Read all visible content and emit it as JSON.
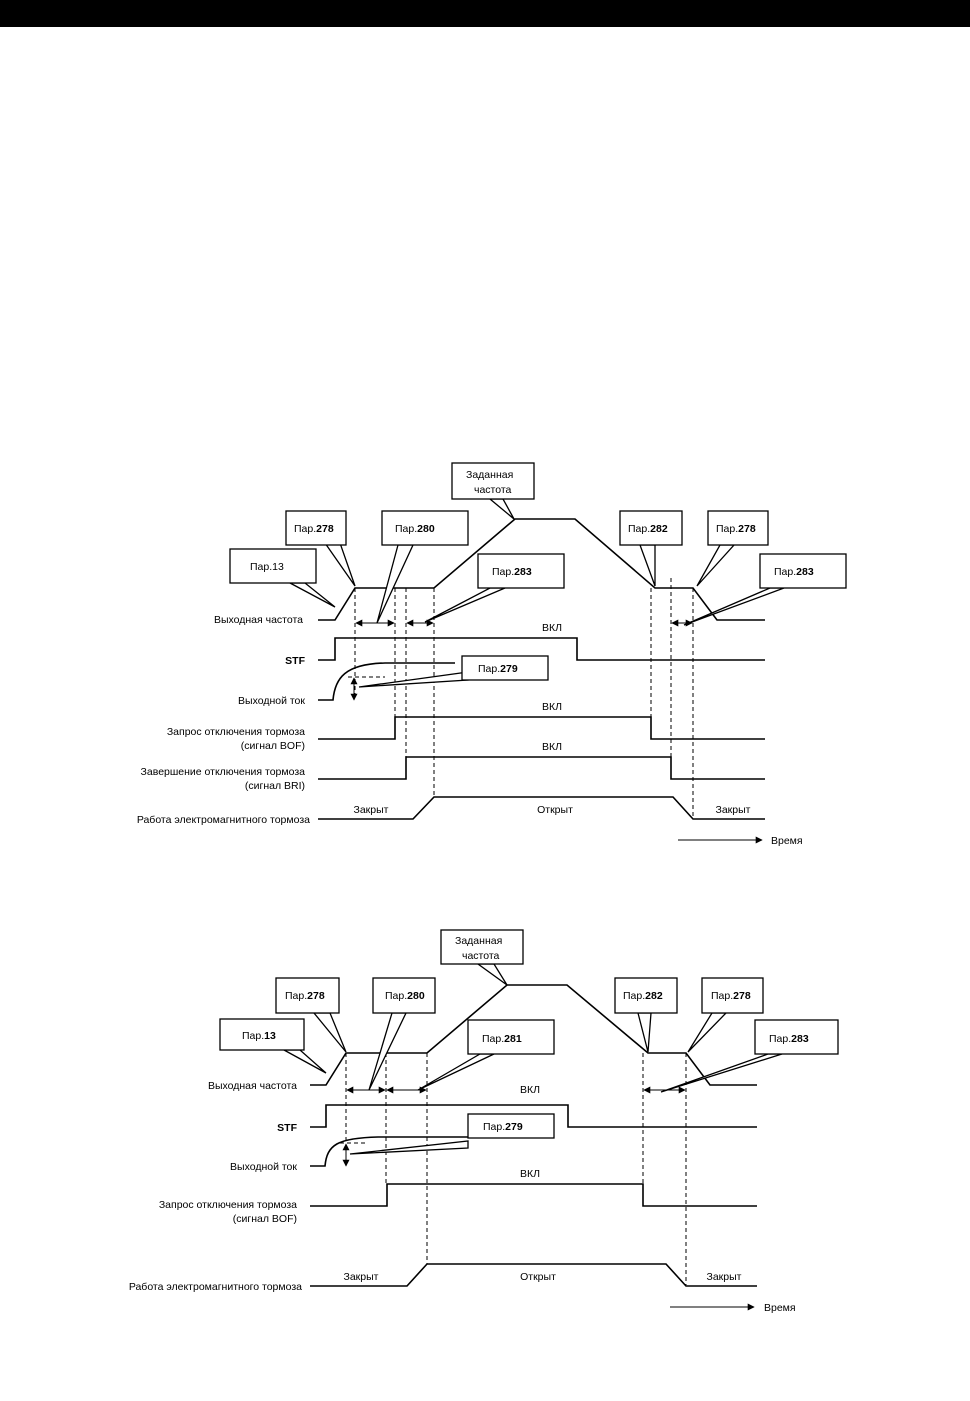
{
  "diagram1": {
    "target_freq": [
      "Заданная",
      "частота"
    ],
    "callouts": {
      "p13": {
        "prefix": "Пар.",
        "num": "13"
      },
      "p278a": {
        "prefix": "Пар.",
        "num": "278"
      },
      "p280": {
        "prefix": "Пар.",
        "num": "280"
      },
      "p283a": {
        "prefix": "Пар.",
        "num": "283"
      },
      "p282": {
        "prefix": "Пар.",
        "num": "282"
      },
      "p278b": {
        "prefix": "Пар.",
        "num": "278"
      },
      "p283b": {
        "prefix": "Пар.",
        "num": "283"
      },
      "p279": {
        "prefix": "Пар.",
        "num": "279"
      }
    },
    "signals": {
      "out_freq": "Выходная частота",
      "stf": "STF",
      "out_current": "Выходной ток",
      "bof_1": "Запрос отключения тормоза",
      "bof_2": "(сигнал BOF)",
      "bri_1": "Завершение отключения тормоза",
      "bri_2": "(сигнал BRI)",
      "brake": "Работа электромагнитного тормоза"
    },
    "states": {
      "on_stf": "ВКЛ",
      "on_bof": "ВКЛ",
      "on_bri": "ВКЛ",
      "closed_left": "Закрыт",
      "open": "Открыт",
      "closed_right": "Закрыт"
    },
    "time": "Время"
  },
  "diagram2": {
    "target_freq": [
      "Заданная",
      "частота"
    ],
    "callouts": {
      "p13": {
        "prefix": "Пар.",
        "num": "13"
      },
      "p278a": {
        "prefix": "Пар.",
        "num": "278"
      },
      "p280": {
        "prefix": "Пар.",
        "num": "280"
      },
      "p281": {
        "prefix": "Пар.",
        "num": "281"
      },
      "p282": {
        "prefix": "Пар.",
        "num": "282"
      },
      "p278b": {
        "prefix": "Пар.",
        "num": "278"
      },
      "p283": {
        "prefix": "Пар.",
        "num": "283"
      },
      "p279": {
        "prefix": "Пар.",
        "num": "279"
      }
    },
    "signals": {
      "out_freq": "Выходная частота",
      "stf": "STF",
      "out_current": "Выходной ток",
      "bof_1": "Запрос отключения тормоза",
      "bof_2": "(сигнал BOF)",
      "brake": "Работа электромагнитного тормоза"
    },
    "states": {
      "on_stf": "ВКЛ",
      "on_bof": "ВКЛ",
      "closed_left": "Закрыт",
      "open": "Открыт",
      "closed_right": "Закрыт"
    },
    "time": "Время"
  }
}
